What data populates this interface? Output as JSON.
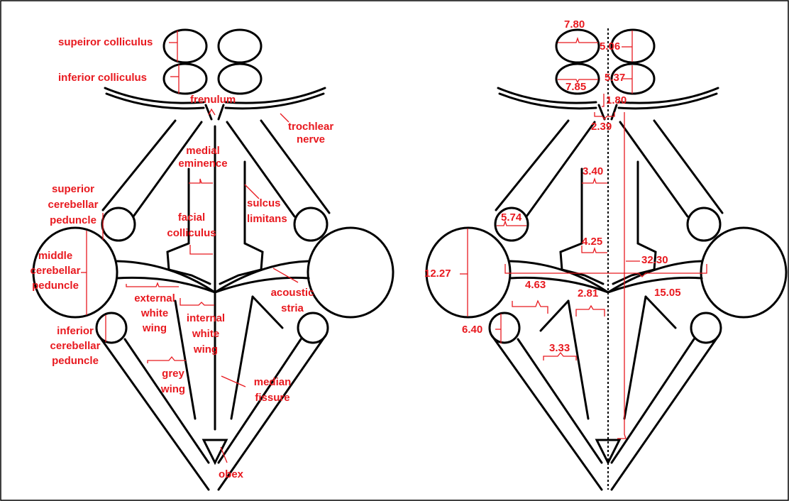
{
  "colors": {
    "annotation": "#e8191f",
    "outline": "#000000",
    "background": "#ffffff"
  },
  "labels": {
    "superior_colliculus": "supeiror colliculus",
    "inferior_colliculus": "inferior colliculus",
    "frenulum": "frenulum",
    "trochlear_nerve": [
      "trochlear",
      "nerve"
    ],
    "medial_eminence": [
      "medial",
      "eminence"
    ],
    "superior_cerebellar_peduncle": [
      "superior",
      "cerebellar",
      "peduncle"
    ],
    "sulcus_limitans": [
      "sulcus",
      "limitans"
    ],
    "facial_colliculus": [
      "facial",
      "colliculus"
    ],
    "middle_cerebellar_peduncle": [
      "middle",
      "cerebellar",
      "peduncle"
    ],
    "external_white_wing": [
      "external",
      "white",
      "wing"
    ],
    "internal_white_wing": [
      "internal",
      "white",
      "wing"
    ],
    "acoustic_stria": [
      "acoustic",
      "stria"
    ],
    "inferior_cerebellar_peduncle": [
      "inferior",
      "cerebellar",
      "peduncle"
    ],
    "grey_wing": [
      "grey",
      "wing"
    ],
    "median_fissure": [
      "median",
      "fissure"
    ],
    "obex": "obex"
  },
  "measurements": {
    "sup_colliculus_width": "7.80",
    "sup_colliculus_height": "5.06",
    "inf_colliculus_height": "5.37",
    "inf_colliculus_width": "7.85",
    "frenulum_length": "1.80",
    "frenulum_width": "2.39",
    "medial_eminence_width": "3.40",
    "sup_cerebellar_peduncle": "5.74",
    "facial_colliculus_width": "4.25",
    "total_length": "32.30",
    "middle_cerebellar_peduncle": "12.27",
    "acoustic_stria_length": "15.05",
    "external_white_wing": "4.63",
    "internal_white_wing": "2.81",
    "inf_cerebellar_peduncle": "6.40",
    "grey_wing": "3.33"
  }
}
